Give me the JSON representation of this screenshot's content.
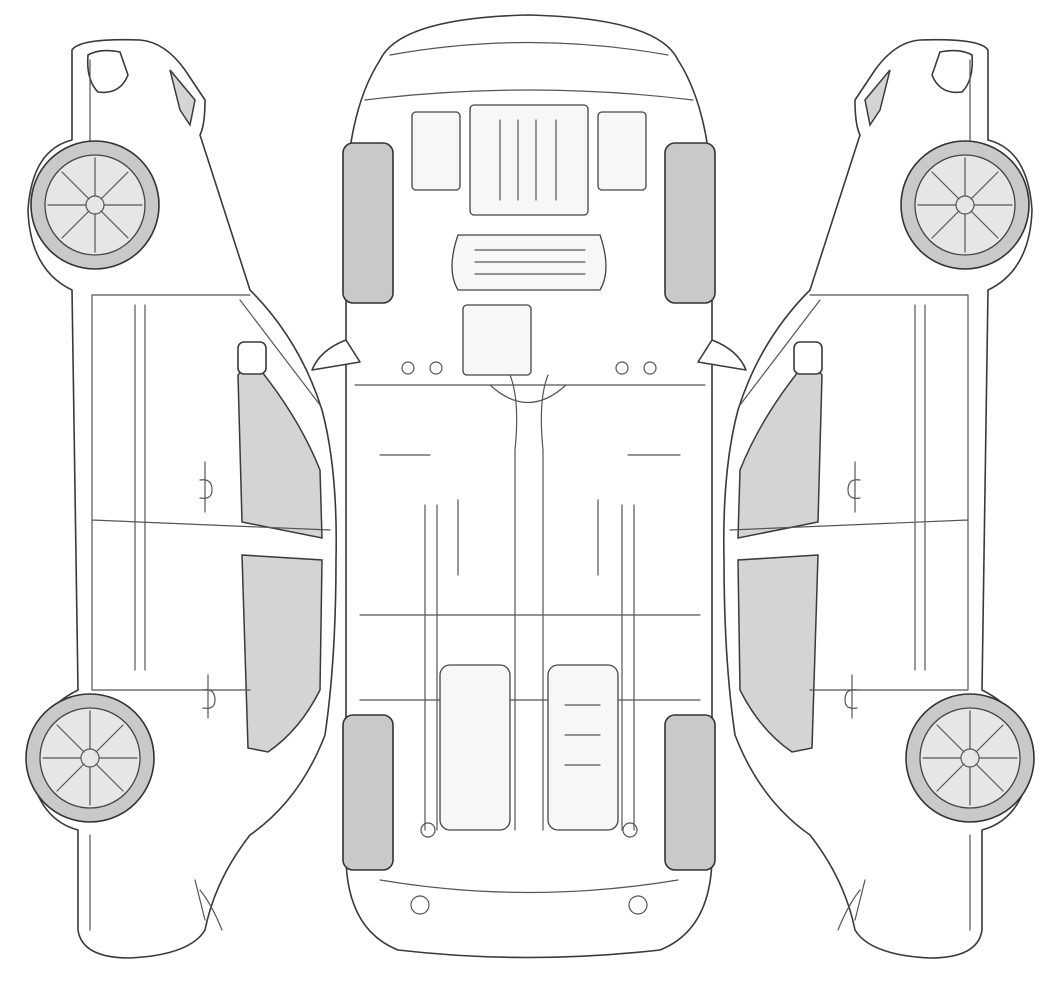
{
  "diagram": {
    "views": [
      "left-side",
      "underside",
      "right-side"
    ],
    "colors": {
      "outline": "#3a3a3a",
      "glass": "#d4d4d4",
      "tire": "#c9c9c9",
      "background": "#ffffff"
    }
  }
}
